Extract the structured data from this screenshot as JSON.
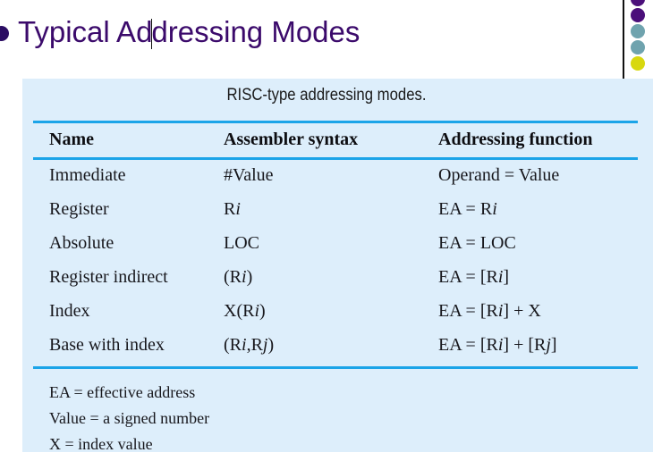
{
  "slide": {
    "title": "Typical Addressing Modes",
    "title_caret_after": "Typical Ad",
    "title_rest": "dressing Modes",
    "bullet_color": "#2b0d63",
    "title_color": "#3b0a6b",
    "background": "#ffffff"
  },
  "decoration": {
    "rule_color": "#111111",
    "dots": [
      {
        "name": "dot-purple-1",
        "color": "#4b0f7a"
      },
      {
        "name": "dot-purple-2",
        "color": "#4b0f7a"
      },
      {
        "name": "dot-teal-1",
        "color": "#6fa3ae"
      },
      {
        "name": "dot-teal-2",
        "color": "#6fa3ae"
      },
      {
        "name": "dot-yellow-1",
        "color": "#d8d80f"
      }
    ]
  },
  "table": {
    "panel_color": "#ddeefb",
    "rule_color": "#1ba4e8",
    "caption": "RISC-type addressing modes.",
    "columns": [
      "Name",
      "Assembler syntax",
      "Addressing function"
    ],
    "rows": [
      {
        "name": "Immediate",
        "syntax_html": "#Value",
        "function_html": "Operand = Value"
      },
      {
        "name": "Register",
        "syntax_html": "R<i>i</i>",
        "function_html": "EA = R<i>i</i>"
      },
      {
        "name": "Absolute",
        "syntax_html": "LOC",
        "function_html": "EA = LOC"
      },
      {
        "name": "Register indirect",
        "syntax_html": "(R<i>i</i>)",
        "function_html": "EA = [R<i>i</i>]"
      },
      {
        "name": "Index",
        "syntax_html": "X(R<i>i</i>)",
        "function_html": "EA = [R<i>i</i>] + X"
      },
      {
        "name": "Base with index",
        "syntax_html": "(R<i>i</i>,R<i>j</i>)",
        "function_html": "EA = [R<i>i</i>] + [R<i>j</i>]"
      }
    ],
    "footnotes": [
      "EA = effective address",
      "Value = a signed number",
      "X = index value"
    ]
  }
}
